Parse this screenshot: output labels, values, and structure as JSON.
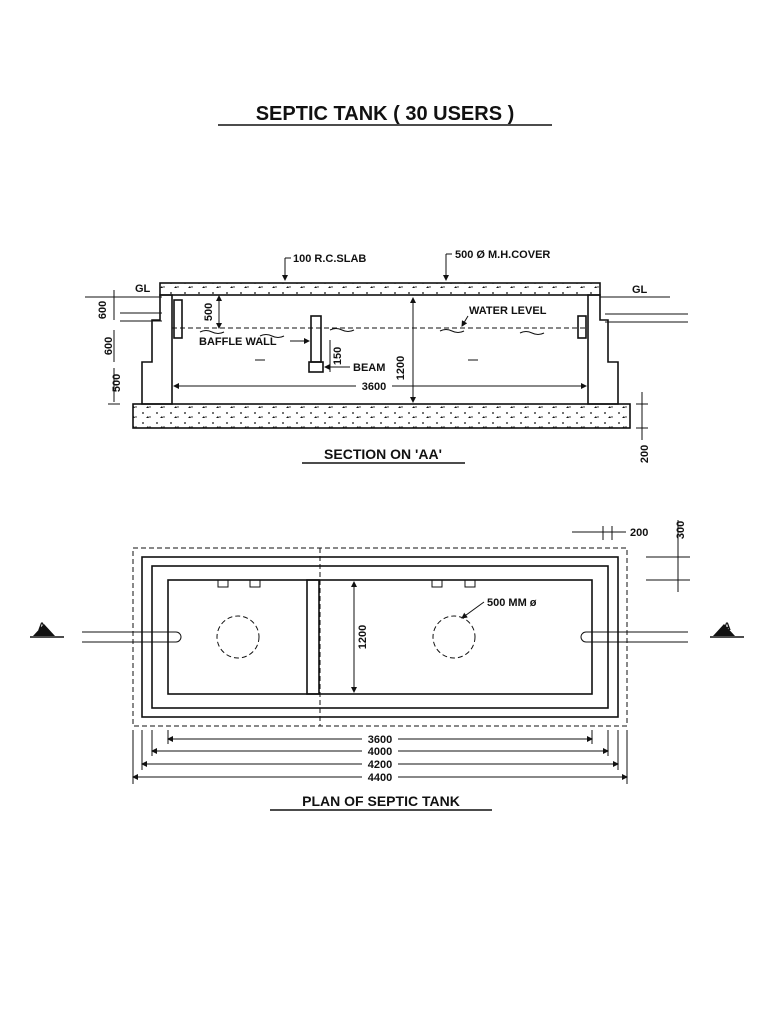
{
  "title": "SEPTIC TANK ( 30 USERS )",
  "section": {
    "caption": "SECTION ON 'AA'",
    "labels": {
      "slab": "100 R.C.SLAB",
      "cover": "500 Ø M.H.COVER",
      "gl_left": "GL",
      "gl_right": "GL",
      "water_level": "WATER LEVEL",
      "baffle_wall": "BAFFLE WALL",
      "beam": "BEAM"
    },
    "dims": {
      "left_600_top": "600",
      "left_600_mid": "600",
      "left_500": "500",
      "slab_500": "500",
      "beam_150": "150",
      "depth_1200": "1200",
      "width_3600": "3600",
      "base_200": "200"
    }
  },
  "plan": {
    "caption": "PLAN OF SEPTIC TANK",
    "labels": {
      "cover_dia": "500 MM ø",
      "section_mark_left": "A",
      "section_mark_right": "A"
    },
    "dims": {
      "offset_200": "200",
      "offset_300": "300",
      "width_1200": "1200",
      "d3600": "3600",
      "d4000": "4000",
      "d4200": "4200",
      "d4400": "4400"
    }
  }
}
